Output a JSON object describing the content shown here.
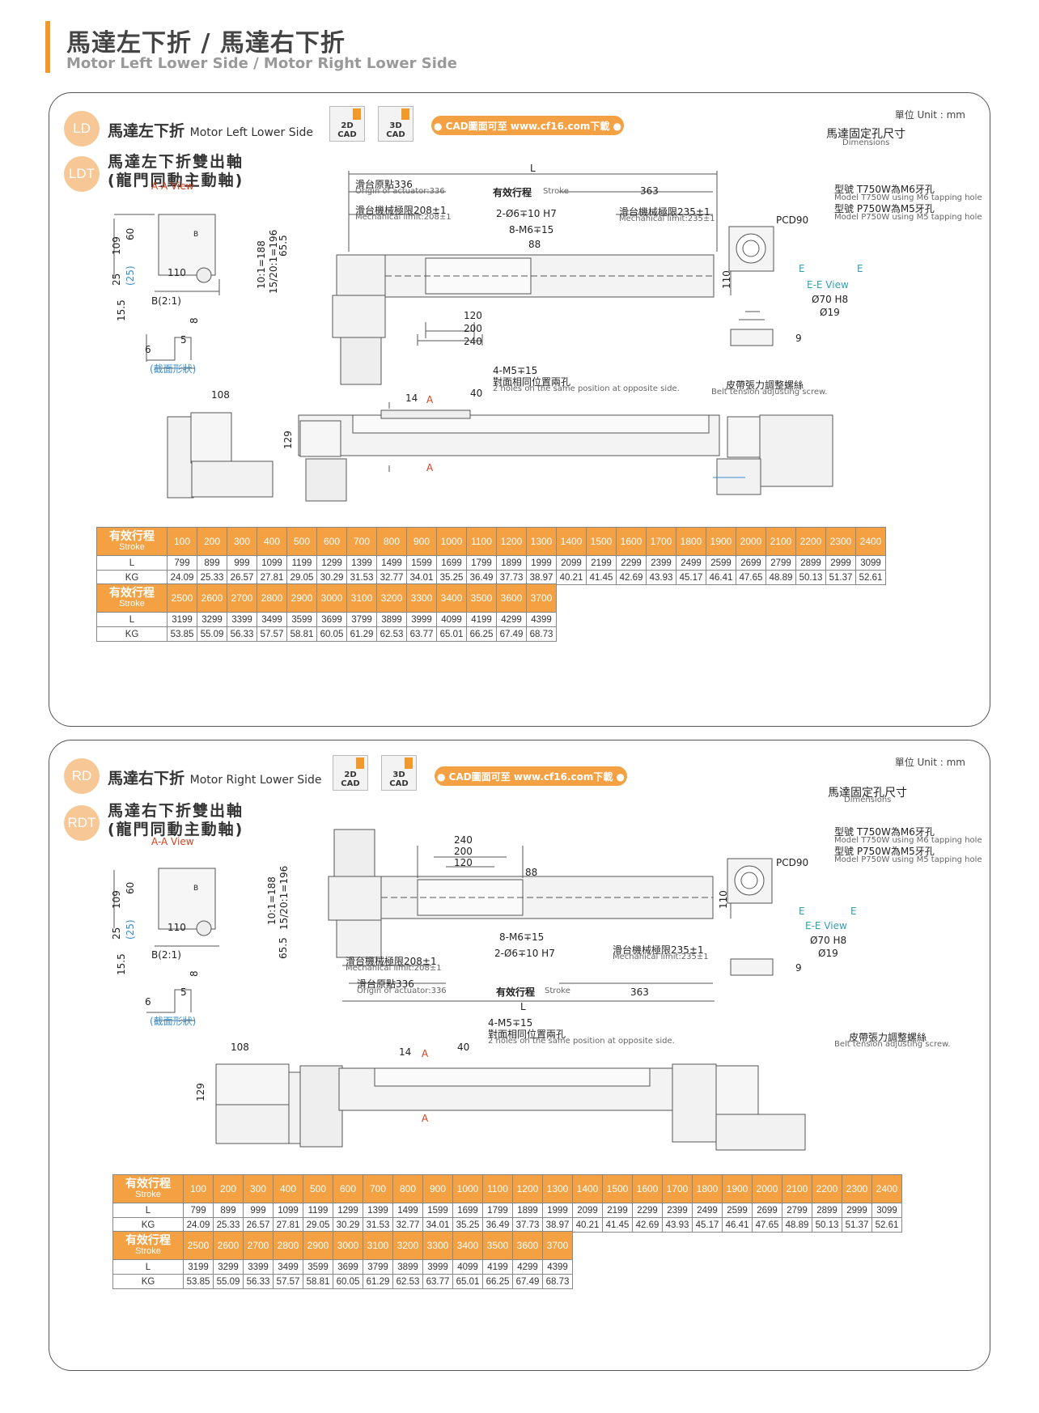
{
  "header": {
    "title_zh": "馬達左下折 / 馬達右下折",
    "title_en": "Motor Left Lower Side / Motor Right Lower Side"
  },
  "unit": "單位 Unit : mm",
  "cad": {
    "badge2d": "2D CAD",
    "badge3d": "3D CAD",
    "link": "● CAD圖面可至 www.cf16.com下載 ●"
  },
  "common": {
    "aaview": "A-A View",
    "section": "(截面形狀)",
    "b21": "B(2:1)",
    "b": "B",
    "dim109": "109",
    "dim60": "60",
    "dim25": "25",
    "dim5": "5",
    "dim25p": "(25)",
    "dim110": "110",
    "dim155": "15.5",
    "dim8": "8",
    "dim5b": "5",
    "dim6": "6",
    "ratio1": "10:1=188",
    "ratio2": "15/20:1=196",
    "dim655": "65.5",
    "origin_zh": "滑台原點336",
    "origin_en": "Origin of actuator:336",
    "mech208_zh": "滑台機械極限208±1",
    "mech208_en": "Mechanical limit:208±1",
    "stroke_zh": "有效行程",
    "stroke_en": "Stroke",
    "L": "L",
    "d363": "363",
    "mech235_zh": "滑台機械極限235±1",
    "mech235_en": "Mechanical limit:235±1",
    "h7": "2-Ø6∓10 H7",
    "m6": "8-M6∓15",
    "d88": "88",
    "d120": "120",
    "d200": "200",
    "d240": "240",
    "d110v": "110",
    "dims_zh": "馬達固定孔尺寸",
    "dims_en": "Dimensions",
    "t750_zh": "型號 T750W為M6牙孔",
    "t750_en": "Model T750W using M6 tapping hole",
    "p750_zh": "型號 P750W為M5牙孔",
    "p750_en": "Model P750W using M5 tapping hole",
    "pcd": "PCD90",
    "e": "E",
    "eeview": "E-E View",
    "d70": "Ø70 H8",
    "d19": "Ø19",
    "d9": "9",
    "m5_1": "4-M5∓15",
    "m5_2": "對面相同位置兩孔",
    "m5_en": "2 holes on the same position at opposite side.",
    "d14": "14",
    "d40": "40",
    "a": "A",
    "d108": "108",
    "d129": "129",
    "belt_zh": "皮帶張力調整螺絲",
    "belt_en": "Belt tension adjusting screw."
  },
  "panel_ld": {
    "badge1": "LD",
    "title1_zh": "馬達左下折",
    "title1_en": "Motor Left Lower Side",
    "badge2": "LDT",
    "title2_l1": "馬達左下折雙出軸",
    "title2_l2": "(龍門同動主動軸)"
  },
  "panel_rd": {
    "badge1": "RD",
    "title1_zh": "馬達右下折",
    "title1_en": "Motor Right Lower Side",
    "badge2": "RDT",
    "title2_l1": "馬達右下折雙出軸",
    "title2_l2": "(龍門同動主動軸)"
  },
  "table": {
    "head_zh": "有效行程",
    "head_en": "Stroke",
    "row_L": "L",
    "row_KG": "KG",
    "t1_stroke": [
      "100",
      "200",
      "300",
      "400",
      "500",
      "600",
      "700",
      "800",
      "900",
      "1000",
      "1100",
      "1200",
      "1300",
      "1400",
      "1500",
      "1600",
      "1700",
      "1800",
      "1900",
      "2000",
      "2100",
      "2200",
      "2300",
      "2400"
    ],
    "t1_L": [
      "799",
      "899",
      "999",
      "1099",
      "1199",
      "1299",
      "1399",
      "1499",
      "1599",
      "1699",
      "1799",
      "1899",
      "1999",
      "2099",
      "2199",
      "2299",
      "2399",
      "2499",
      "2599",
      "2699",
      "2799",
      "2899",
      "2999",
      "3099"
    ],
    "t1_KG": [
      "24.09",
      "25.33",
      "26.57",
      "27.81",
      "29.05",
      "30.29",
      "31.53",
      "32.77",
      "34.01",
      "35.25",
      "36.49",
      "37.73",
      "38.97",
      "40.21",
      "41.45",
      "42.69",
      "43.93",
      "45.17",
      "46.41",
      "47.65",
      "48.89",
      "50.13",
      "51.37",
      "52.61"
    ],
    "t2_stroke": [
      "2500",
      "2600",
      "2700",
      "2800",
      "2900",
      "3000",
      "3100",
      "3200",
      "3300",
      "3400",
      "3500",
      "3600",
      "3700"
    ],
    "t2_L": [
      "3199",
      "3299",
      "3399",
      "3499",
      "3599",
      "3699",
      "3799",
      "3899",
      "3999",
      "4099",
      "4199",
      "4299",
      "4399"
    ],
    "t2_KG": [
      "53.85",
      "55.09",
      "56.33",
      "57.57",
      "58.81",
      "60.05",
      "61.29",
      "62.53",
      "63.77",
      "65.01",
      "66.25",
      "67.49",
      "68.73"
    ]
  }
}
